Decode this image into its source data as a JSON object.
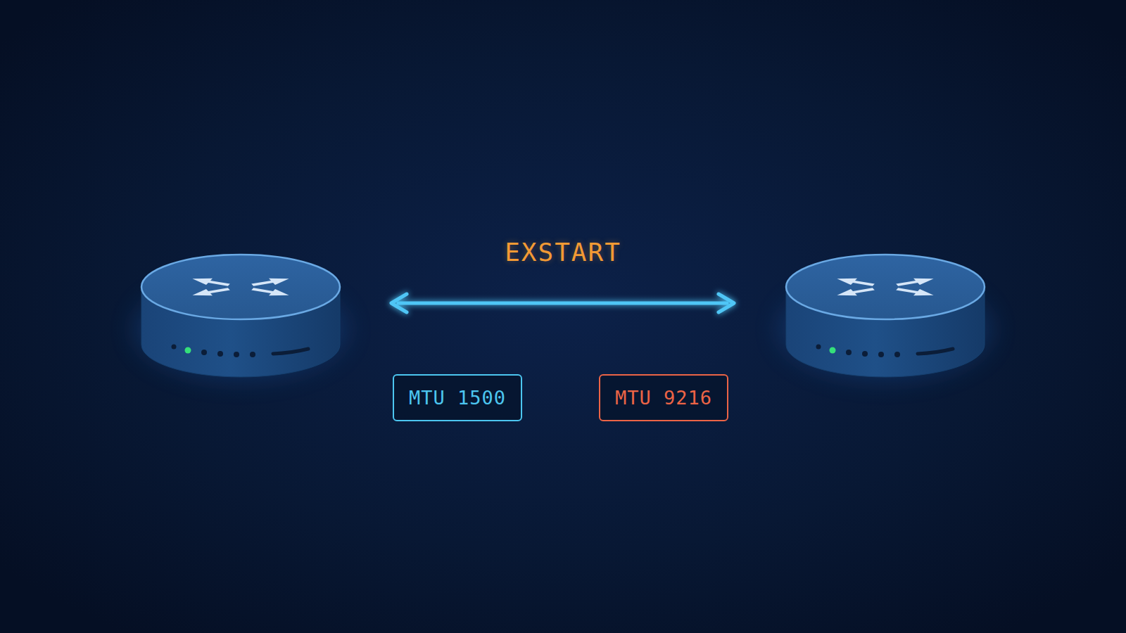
{
  "diagram": {
    "nodes": [
      {
        "text": [
          "MTU 1500"
        ]
      },
      {
        "text": [
          "MTU 9216"
        ]
      }
    ],
    "labels": [
      "EXSTART"
    ]
  }
}
